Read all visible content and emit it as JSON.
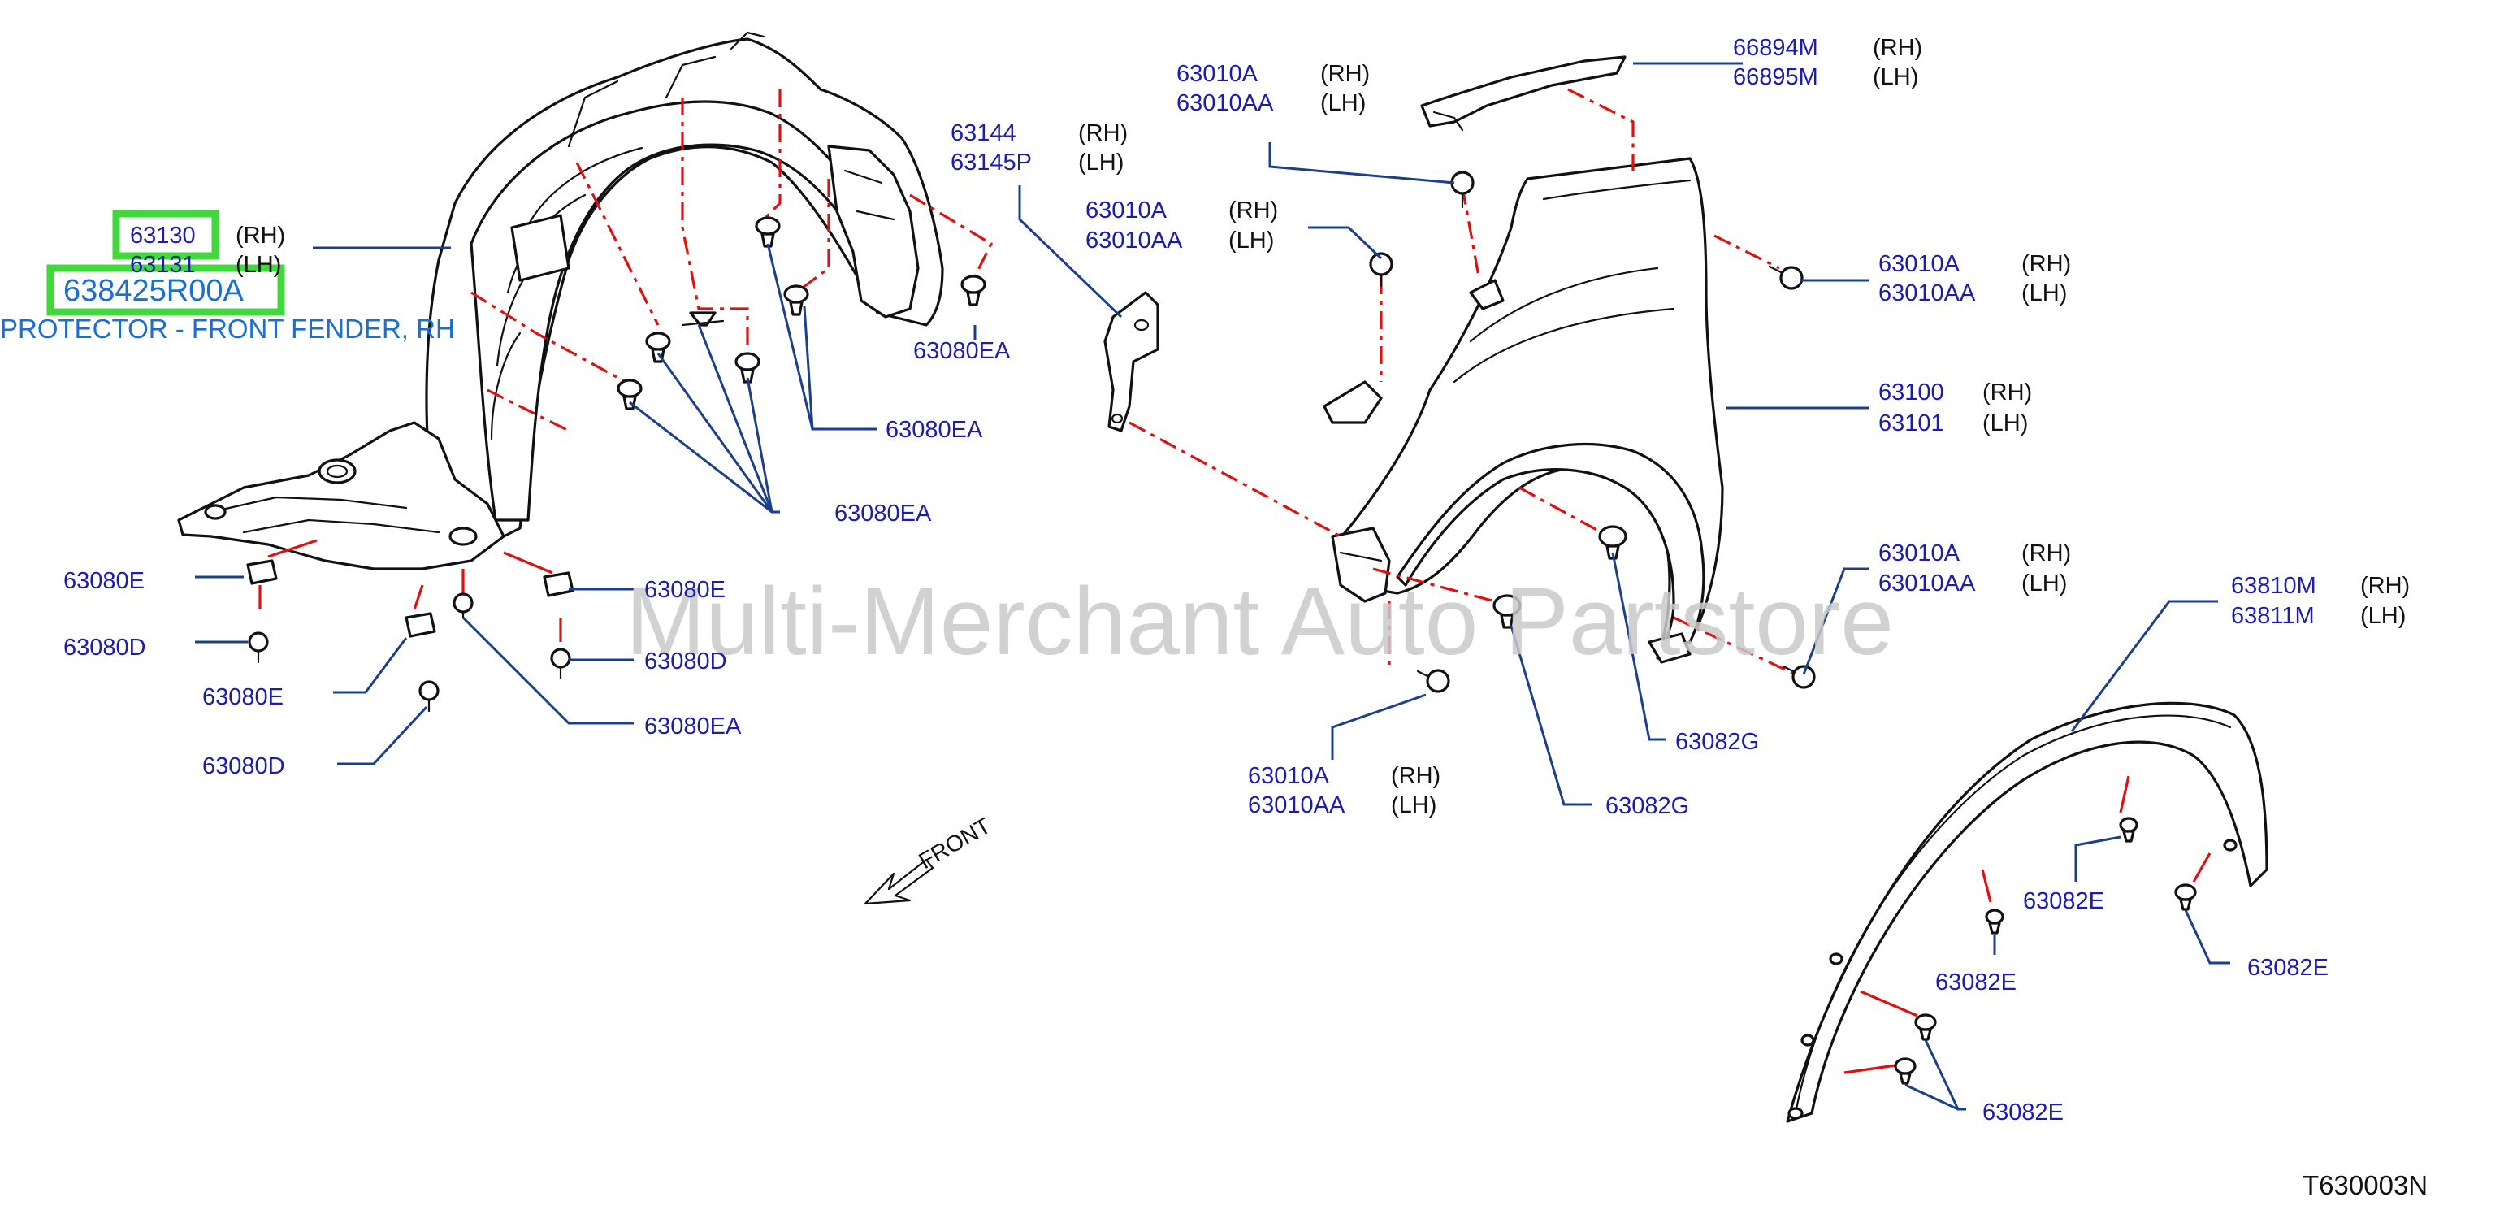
{
  "diagram_code": "T630003N",
  "watermark": "Multi-Merchant Auto Partstore",
  "front_label": "FRONT",
  "highlight": {
    "part_number": "638425R00A",
    "description": "PROTECTOR - FRONT FENDER, RH",
    "color": "#41d83c",
    "text_color": "#1a6fd6"
  },
  "colors": {
    "callout": "#1c3f8c",
    "part_number": "#1c1cb0",
    "dashed_line": "#e01010"
  },
  "callouts": [
    {
      "num": "63130",
      "side": "(RH)"
    },
    {
      "num": "63131",
      "side": "(LH)"
    },
    {
      "num": "63144",
      "side": "(RH)"
    },
    {
      "num": "63145P",
      "side": "(LH)"
    },
    {
      "num": "63010A",
      "side": "(RH)"
    },
    {
      "num": "63010AA",
      "side": "(LH)"
    },
    {
      "num": "66894M",
      "side": "(RH)"
    },
    {
      "num": "66895M",
      "side": "(LH)"
    },
    {
      "num": "63010A",
      "side": "(RH)"
    },
    {
      "num": "63010AA",
      "side": "(LH)"
    },
    {
      "num": "63010A",
      "side": "(RH)"
    },
    {
      "num": "63010AA",
      "side": "(LH)"
    },
    {
      "num": "63100",
      "side": "(RH)"
    },
    {
      "num": "63101",
      "side": "(LH)"
    },
    {
      "num": "63010A",
      "side": "(RH)"
    },
    {
      "num": "63010AA",
      "side": "(LH)"
    },
    {
      "num": "63810M",
      "side": "(RH)"
    },
    {
      "num": "63811M",
      "side": "(LH)"
    },
    {
      "num": "63010A",
      "side": "(RH)"
    },
    {
      "num": "63010AA",
      "side": "(LH)"
    },
    {
      "num": "63080EA",
      "side": ""
    },
    {
      "num": "63080EA",
      "side": ""
    },
    {
      "num": "63080EA",
      "side": ""
    },
    {
      "num": "63080E",
      "side": ""
    },
    {
      "num": "63080D",
      "side": ""
    },
    {
      "num": "63080E",
      "side": ""
    },
    {
      "num": "63080D",
      "side": ""
    },
    {
      "num": "63080E",
      "side": ""
    },
    {
      "num": "63080D",
      "side": ""
    },
    {
      "num": "63080EA",
      "side": ""
    },
    {
      "num": "63082G",
      "side": ""
    },
    {
      "num": "63082G",
      "side": ""
    },
    {
      "num": "63082E",
      "side": ""
    },
    {
      "num": "63082E",
      "side": ""
    },
    {
      "num": "63082E",
      "side": ""
    },
    {
      "num": "63082E",
      "side": ""
    }
  ]
}
